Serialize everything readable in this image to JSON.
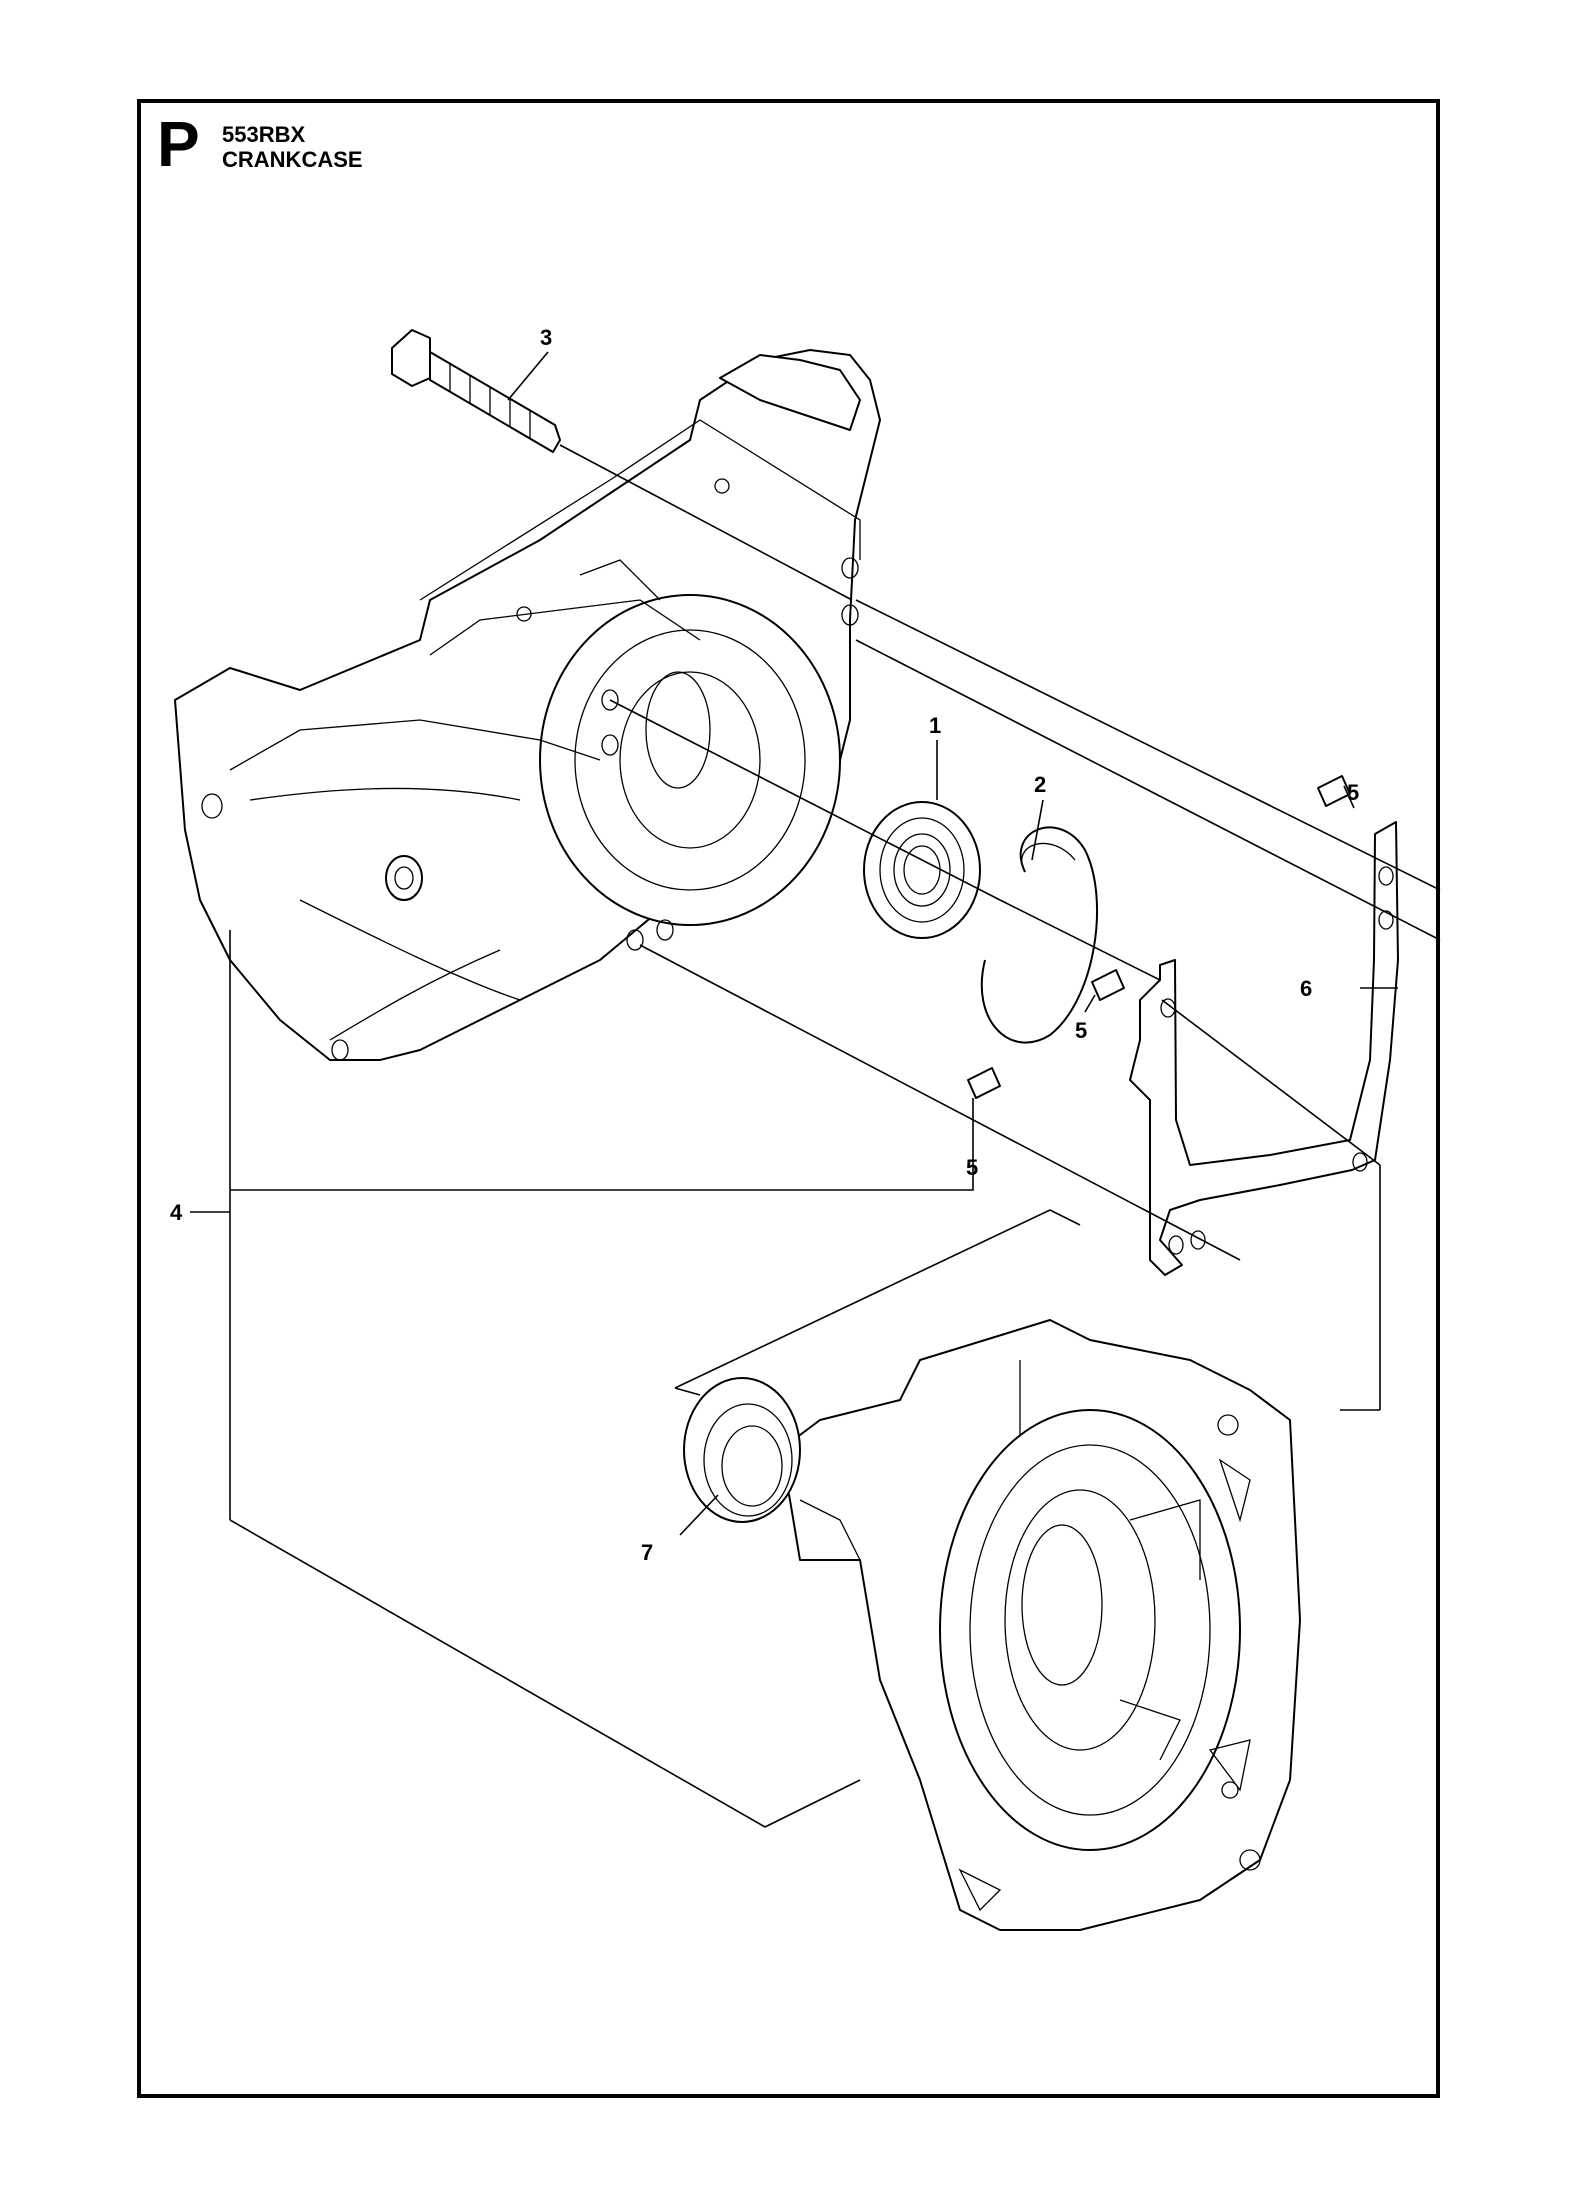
{
  "header": {
    "section": "P",
    "model": "553RBX",
    "title": "CRANKCASE"
  },
  "callouts": [
    {
      "key": "1",
      "label": "1"
    },
    {
      "key": "2",
      "label": "2"
    },
    {
      "key": "3",
      "label": "3"
    },
    {
      "key": "4",
      "label": "4"
    },
    {
      "key": "5a",
      "label": "5"
    },
    {
      "key": "5b",
      "label": "5"
    },
    {
      "key": "5c",
      "label": "5"
    },
    {
      "key": "6",
      "label": "6"
    },
    {
      "key": "7",
      "label": "7"
    }
  ]
}
